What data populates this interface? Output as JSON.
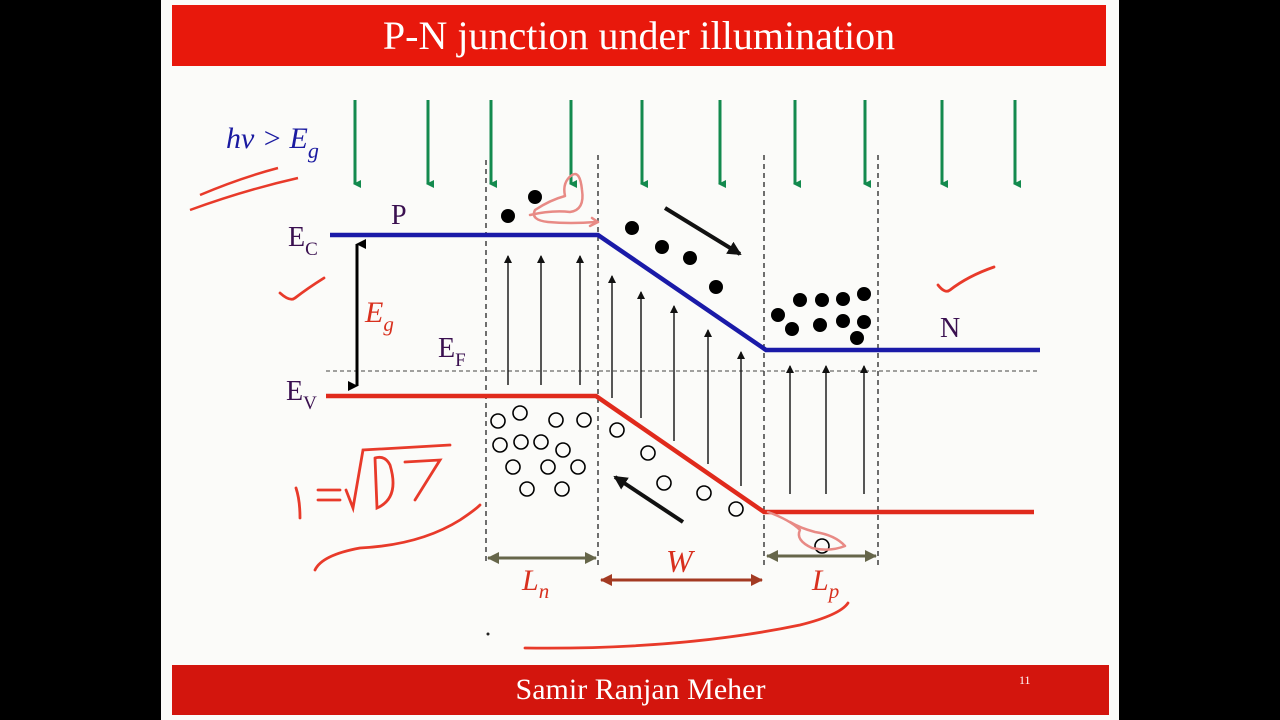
{
  "slide": {
    "title": "P-N junction under illumination",
    "author": "Samir Ranjan Meher",
    "page_number": "11"
  },
  "diagram": {
    "photon_label": "hν > Eg",
    "photon_label_main": "hν > E",
    "photon_label_sub": "g",
    "ec_label": "E",
    "ec_sub": "C",
    "ev_label": "E",
    "ev_sub": "V",
    "ef_label": "E",
    "ef_sub": "F",
    "eg_label": "E",
    "eg_sub": "g",
    "p_region_label": "P",
    "n_region_label": "N",
    "ln_label": "L",
    "ln_sub": "n",
    "w_label": "W",
    "lp_label": "L",
    "lp_sub": "p",
    "handwritten_formula": "L = √Dτ",
    "colors": {
      "conduction_band": "#1a1aa8",
      "valence_band": "#e02a1c",
      "light_arrows": "#138a4e",
      "annotation": "#e83a2a",
      "label_blue": "#1a1aa0",
      "label_red": "#d8301e",
      "label_purple": "#3a1050"
    }
  }
}
